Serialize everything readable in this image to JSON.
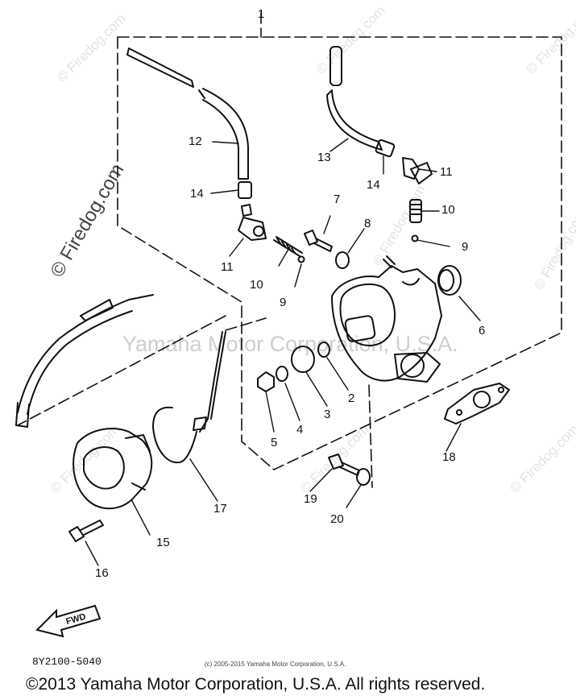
{
  "watermarks": {
    "site": "© Firedog.com",
    "center": "Yamaha Motor Corporation, U.S.A."
  },
  "callouts": [
    "1",
    "2",
    "3",
    "4",
    "5",
    "6",
    "7",
    "8",
    "9",
    "9",
    "10",
    "10",
    "11",
    "11",
    "12",
    "13",
    "14",
    "14",
    "15",
    "16",
    "17",
    "18",
    "19",
    "20"
  ],
  "fwd_label": "FWD",
  "part_number": "8Y2100-5040",
  "small_copyright": "(c) 2005-2015 Yamaha Motor Corporation, U.S.A.",
  "copyright": "©2013 Yamaha Motor Corporation, U.S.A. All rights reserved.",
  "colors": {
    "ink": "#111111",
    "watermark": "#d0d0d0"
  }
}
